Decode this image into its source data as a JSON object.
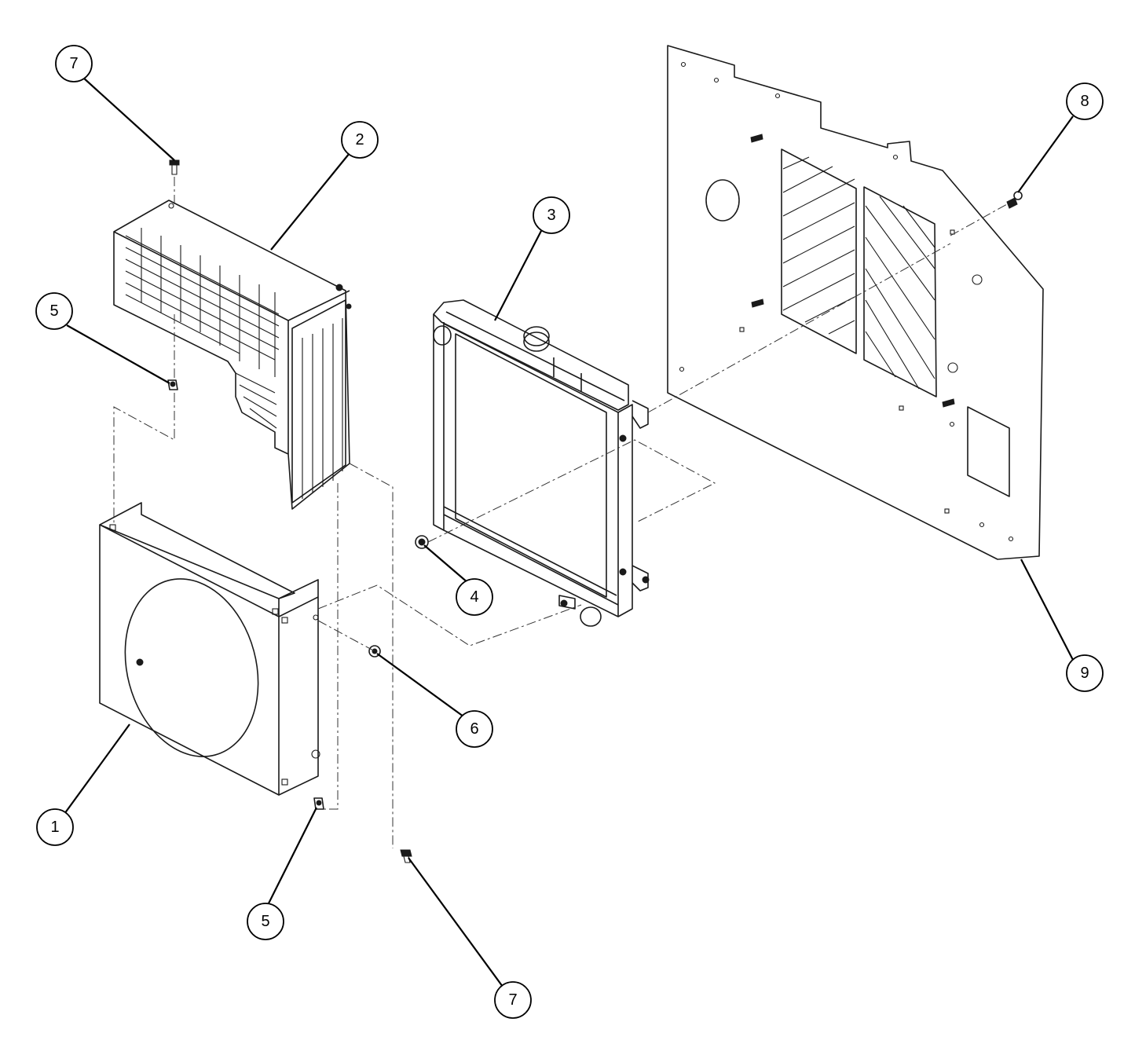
{
  "callouts": {
    "fan_shroud": "1",
    "fan_guard": "2",
    "radiator": "3",
    "nut_radiator": "4",
    "clip_nut_upper": "5",
    "clip_nut_lower": "5",
    "flange_nut": "6",
    "screw_upper": "7",
    "screw_lower": "7",
    "screw_panel": "8",
    "mounting_panel": "9"
  }
}
